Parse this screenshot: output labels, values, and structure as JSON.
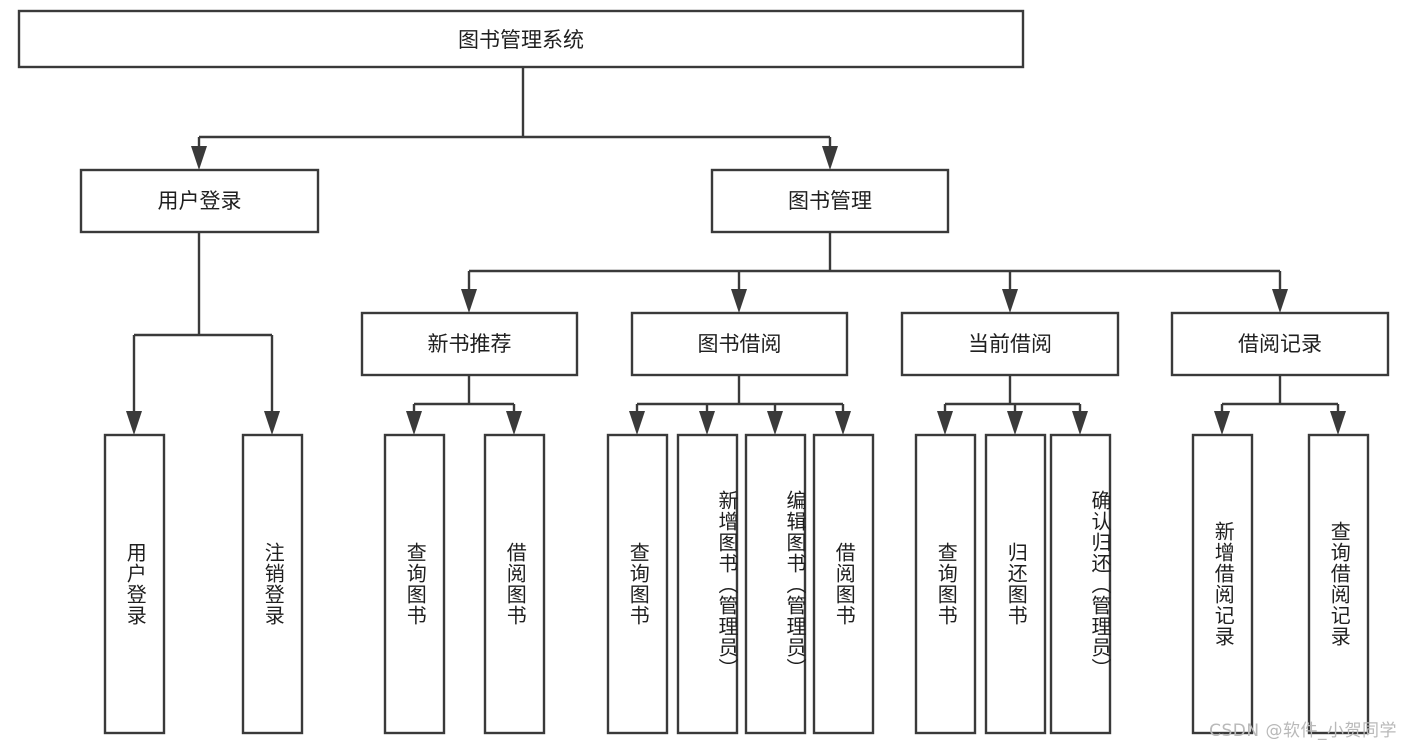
{
  "diagram": {
    "type": "tree-hierarchy-flowchart",
    "title": "图书管理系统",
    "root": {
      "id": "root",
      "label": "图书管理系统",
      "orientation": "horizontal"
    },
    "level1": [
      {
        "id": "user-login",
        "label": "用户登录",
        "orientation": "horizontal"
      },
      {
        "id": "book-management",
        "label": "图书管理",
        "orientation": "horizontal"
      }
    ],
    "level2": [
      {
        "id": "new-book-recommend",
        "label": "新书推荐",
        "parent": "book-management",
        "orientation": "horizontal"
      },
      {
        "id": "book-borrow",
        "label": "图书借阅",
        "parent": "book-management",
        "orientation": "horizontal"
      },
      {
        "id": "current-borrow",
        "label": "当前借阅",
        "parent": "book-management",
        "orientation": "horizontal"
      },
      {
        "id": "borrow-record",
        "label": "借阅记录",
        "parent": "book-management",
        "orientation": "horizontal"
      }
    ],
    "leaves": [
      {
        "id": "leaf-user-login",
        "label": "用户登录",
        "parent": "user-login",
        "orientation": "vertical"
      },
      {
        "id": "leaf-logout-login",
        "label": "注销登录",
        "parent": "user-login",
        "orientation": "vertical"
      },
      {
        "id": "leaf-query-book-1",
        "label": "查询图书",
        "parent": "new-book-recommend",
        "orientation": "vertical"
      },
      {
        "id": "leaf-borrow-book-1",
        "label": "借阅图书",
        "parent": "new-book-recommend",
        "orientation": "vertical"
      },
      {
        "id": "leaf-query-book-2",
        "label": "查询图书",
        "parent": "book-borrow",
        "orientation": "vertical"
      },
      {
        "id": "leaf-add-book-admin",
        "label": "新增图书（管理员）",
        "parent": "book-borrow",
        "orientation": "vertical"
      },
      {
        "id": "leaf-edit-book-admin",
        "label": "编辑图书（管理员）",
        "parent": "book-borrow",
        "orientation": "vertical"
      },
      {
        "id": "leaf-borrow-book-2",
        "label": "借阅图书",
        "parent": "book-borrow",
        "orientation": "vertical"
      },
      {
        "id": "leaf-query-book-3",
        "label": "查询图书",
        "parent": "current-borrow",
        "orientation": "vertical"
      },
      {
        "id": "leaf-return-book",
        "label": "归还图书",
        "parent": "current-borrow",
        "orientation": "vertical"
      },
      {
        "id": "leaf-confirm-return-admin",
        "label": "确认归还（管理员）",
        "parent": "current-borrow",
        "orientation": "vertical"
      },
      {
        "id": "leaf-add-borrow-record",
        "label": "新增借阅记录",
        "parent": "borrow-record",
        "orientation": "vertical"
      },
      {
        "id": "leaf-query-borrow-record",
        "label": "查询借阅记录",
        "parent": "borrow-record",
        "orientation": "vertical"
      }
    ]
  },
  "watermark": {
    "text": "CSDN @软件_小贺同学"
  },
  "colors": {
    "stroke": "#3a3a3a",
    "box_fill": "#ffffff",
    "text": "#1f1f1f",
    "background": "#ffffff",
    "watermark": "#b9b9b9"
  }
}
